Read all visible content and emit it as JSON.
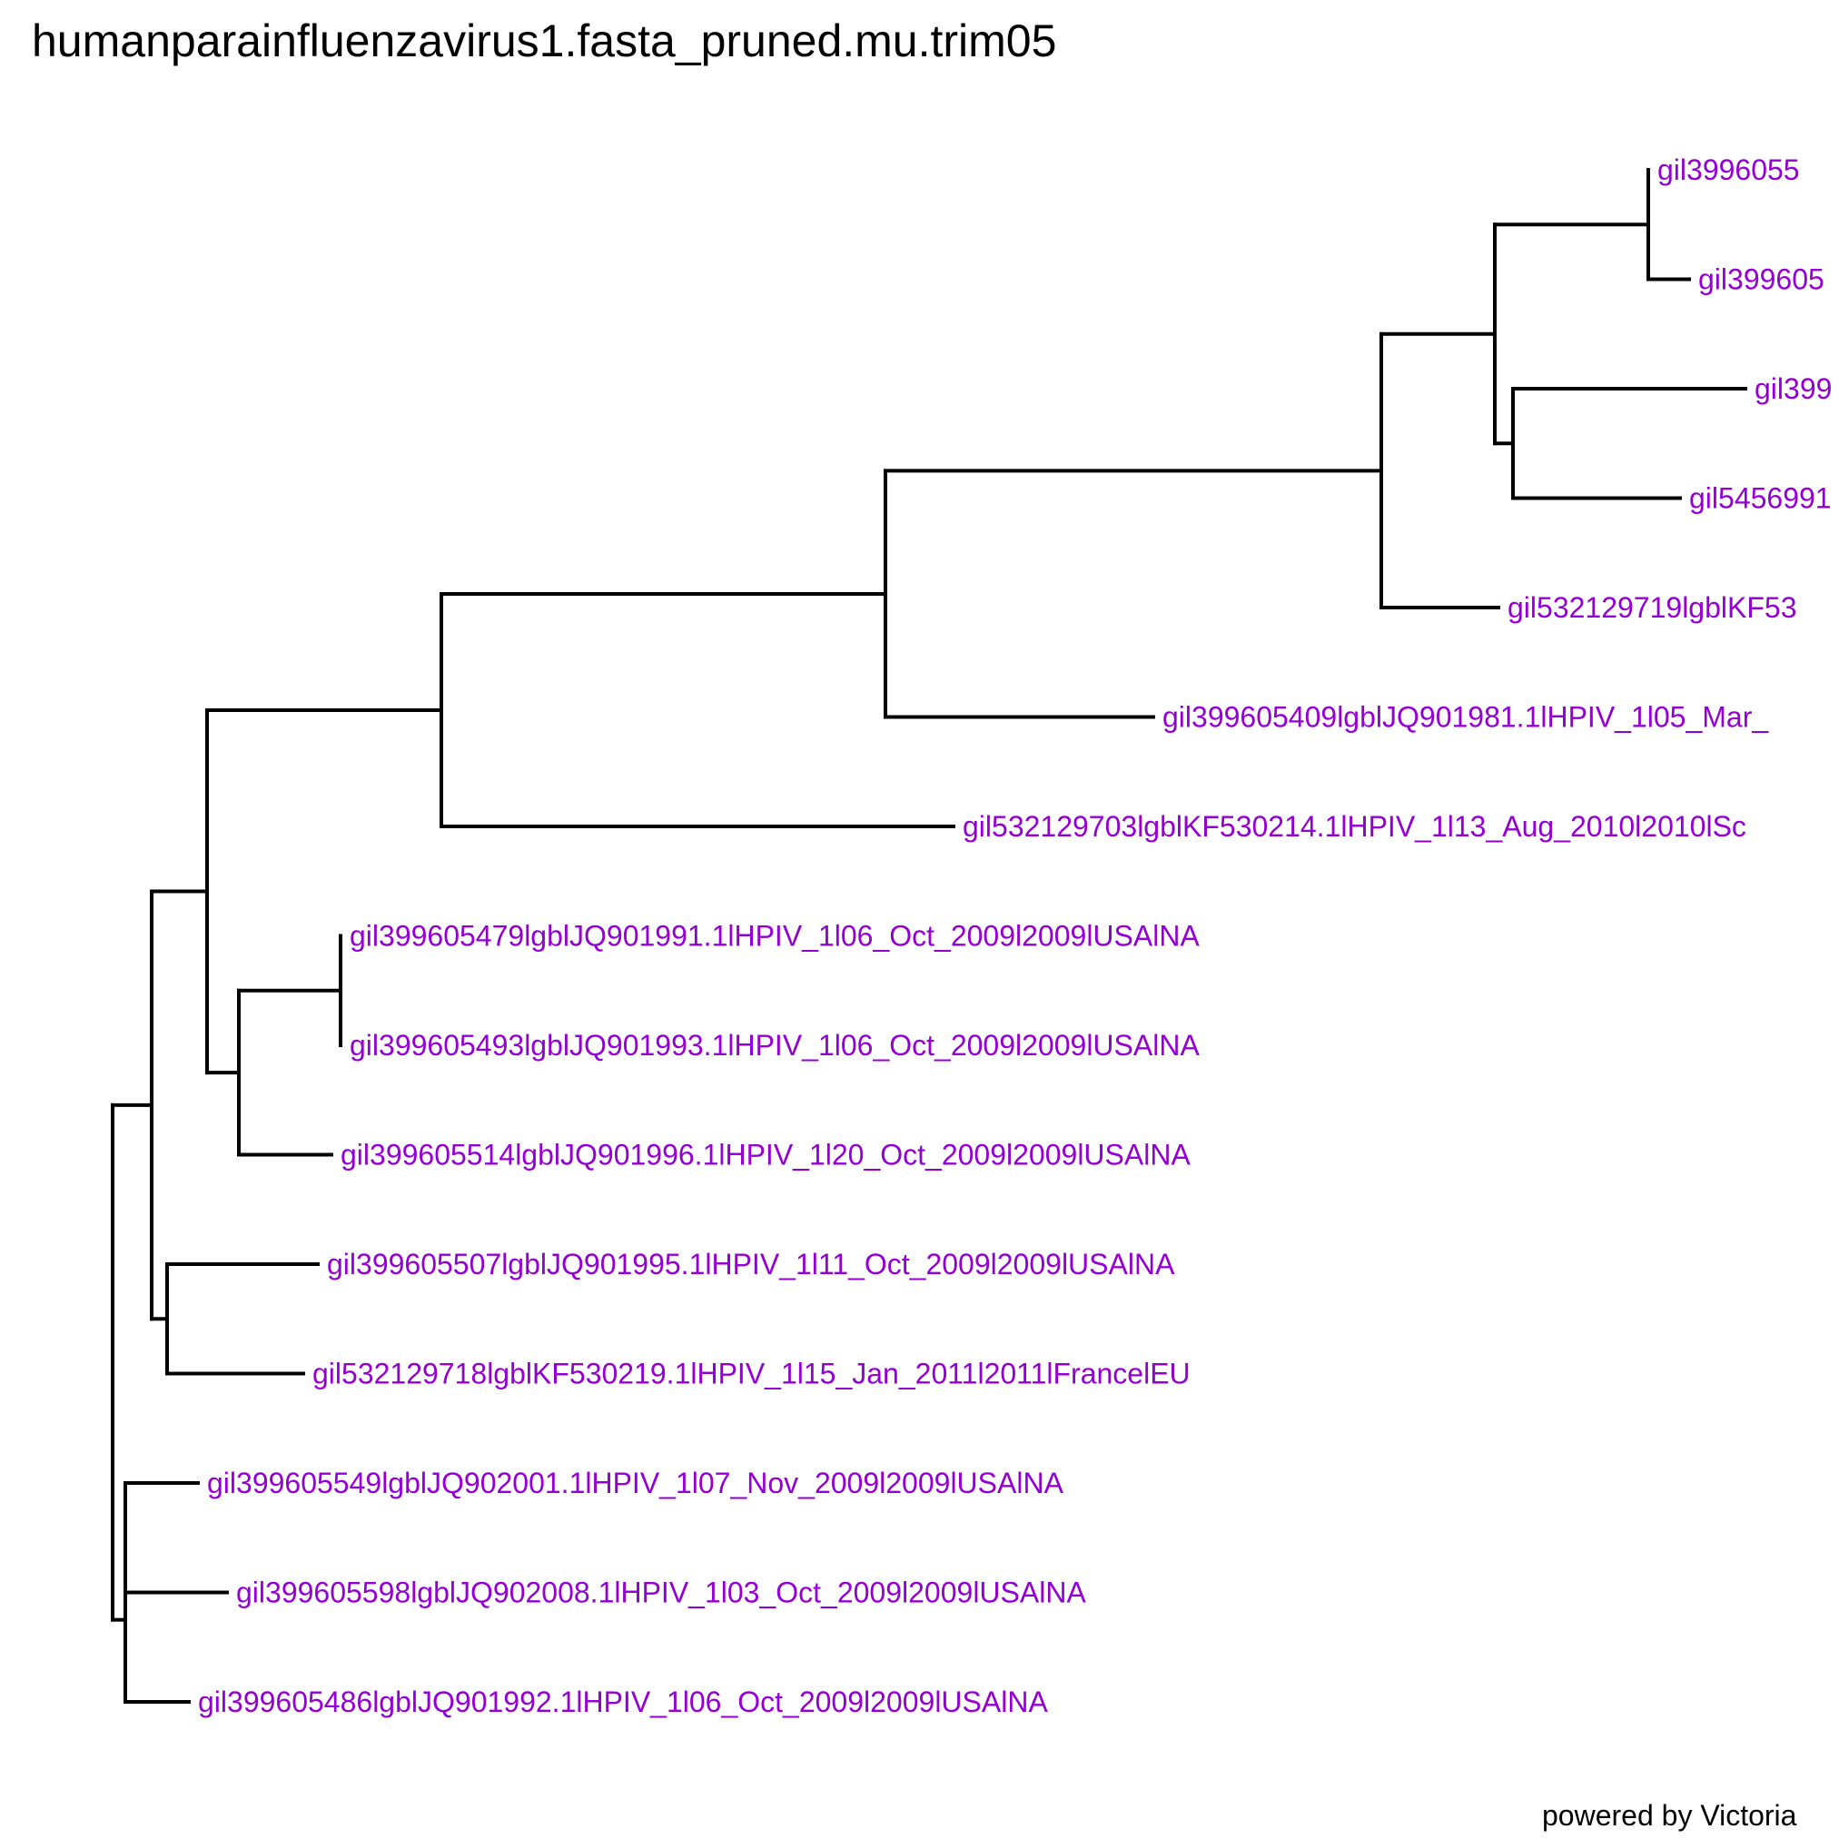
{
  "title": "humanparainfluenzavirus1.fasta_pruned.mu.trim05",
  "footer": "powered by Victoria",
  "colors": {
    "branch": "#000000",
    "label": "#9400d3",
    "title": "#000000"
  },
  "tips": [
    {
      "id": "t1",
      "label": "gil3996055"
    },
    {
      "id": "t2",
      "label": "gil399605"
    },
    {
      "id": "t3",
      "label": "gil399"
    },
    {
      "id": "t4",
      "label": "gil5456991"
    },
    {
      "id": "t5",
      "label": "gil532129719lgblKF53"
    },
    {
      "id": "t6",
      "label": "gil399605409lgblJQ901981.1lHPIV_1l05_Mar_"
    },
    {
      "id": "t7",
      "label": "gil532129703lgblKF530214.1lHPIV_1l13_Aug_2010l2010lSc"
    },
    {
      "id": "t8",
      "label": "gil399605479lgblJQ901991.1lHPIV_1l06_Oct_2009l2009lUSAlNA"
    },
    {
      "id": "t9",
      "label": "gil399605493lgblJQ901993.1lHPIV_1l06_Oct_2009l2009lUSAlNA"
    },
    {
      "id": "t10",
      "label": "gil399605514lgblJQ901996.1lHPIV_1l20_Oct_2009l2009lUSAlNA"
    },
    {
      "id": "t11",
      "label": "gil399605507lgblJQ901995.1lHPIV_1l11_Oct_2009l2009lUSAlNA"
    },
    {
      "id": "t12",
      "label": "gil532129718lgblKF530219.1lHPIV_1l15_Jan_2011l2011lFrancelEU"
    },
    {
      "id": "t13",
      "label": "gil399605549lgblJQ902001.1lHPIV_1l07_Nov_2009l2009lUSAlNA"
    },
    {
      "id": "t14",
      "label": "gil399605598lgblJQ902008.1lHPIV_1l03_Oct_2009l2009lUSAlNA"
    },
    {
      "id": "t15",
      "label": "gil399605486lgblJQ901992.1lHPIV_1l06_Oct_2009l2009lUSAlNA"
    }
  ],
  "topology": {
    "children": [
      {
        "children": [
          {
            "children": [
              {
                "children": [
                  {
                    "children": [
                      {
                        "children": [
                          {
                            "children": [
                              {
                                "tip": "t1"
                              },
                              {
                                "tip": "t2"
                              }
                            ]
                          },
                          {
                            "children": [
                              {
                                "tip": "t3"
                              },
                              {
                                "tip": "t4"
                              }
                            ]
                          }
                        ]
                      },
                      {
                        "tip": "t5"
                      }
                    ]
                  },
                  {
                    "tip": "t6"
                  }
                ]
              },
              {
                "tip": "t7"
              }
            ]
          },
          {
            "children": [
              {
                "children": [
                  {
                    "tip": "t8"
                  },
                  {
                    "tip": "t9"
                  }
                ]
              },
              {
                "tip": "t10"
              }
            ]
          }
        ]
      },
      {
        "children": [
          {
            "tip": "t11"
          },
          {
            "tip": "t12"
          }
        ]
      }
    ]
  },
  "outgroup": {
    "children": [
      {
        "children": [
          {
            "tip": "t13"
          },
          {
            "tip": "t14"
          }
        ]
      },
      {
        "tip": "t15"
      }
    ]
  }
}
